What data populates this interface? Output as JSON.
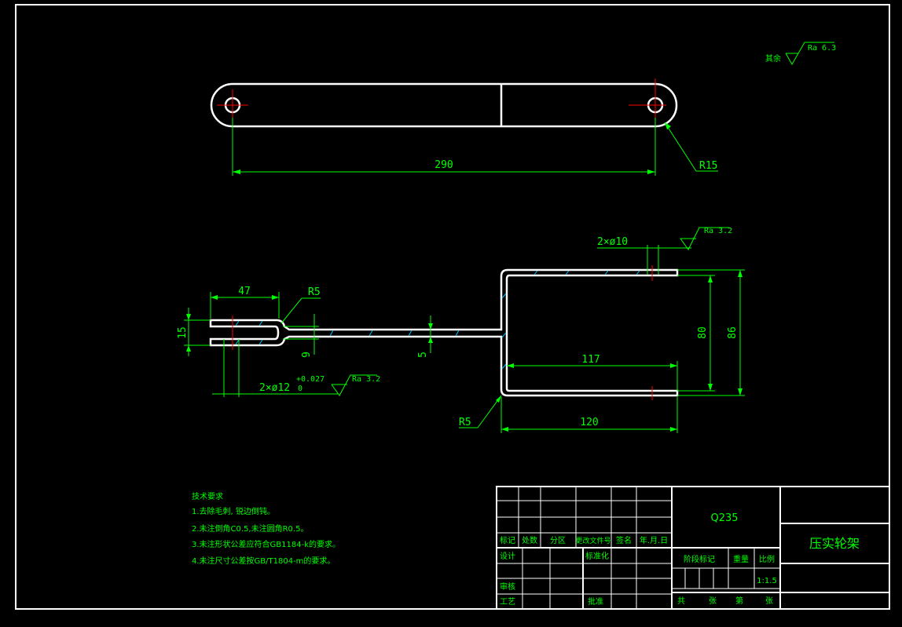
{
  "view1": {
    "dim_length": "290",
    "dim_radius": "R15"
  },
  "view2": {
    "dim_left_length": "47",
    "dim_left_radius": "R5",
    "dim_left_height": "15",
    "dim_left_gap": "9",
    "dim_rod_thickness": "5",
    "dim_holes_left": "2×ø12",
    "dim_holes_left_tol_upper": "+0.027",
    "dim_holes_left_tol_lower": "0",
    "roughness_left": "Ra 3.2",
    "dim_holes_right": "2×ø10",
    "roughness_right": "Ra 3.2",
    "dim_inner_length": "117",
    "dim_outer_length": "120",
    "dim_inner_height": "80",
    "dim_outer_height": "86",
    "dim_bottom_radius": "R5"
  },
  "roughness_general": {
    "prefix": "其余",
    "value": "Ra 6.3"
  },
  "tech_notes": {
    "heading": "技术要求",
    "items": [
      "1.去除毛刺, 锐边倒钝。",
      "2.未注倒角C0.5,未注圆角R0.5。",
      "3.未注形状公差应符合GB1184-k的要求。",
      "4.未注尺寸公差按GB/T1804-m的要求。"
    ]
  },
  "title_block": {
    "material": "Q235",
    "part_name": "压实轮架",
    "headers": [
      "标记",
      "处数",
      "分区",
      "更改文件号",
      "签名",
      "年.月.日"
    ],
    "design_label": "设计",
    "standardize_label": "标准化",
    "review_label": "审核",
    "process_label": "工艺",
    "approve_label": "批准",
    "stage_label": "阶段标记",
    "weight_label": "重量",
    "scale_label": "比例",
    "scale_value": "1:1.5",
    "total_label": "共",
    "sheet_label": "张",
    "page_label": "第",
    "page_sheet_label": "张"
  },
  "colors": {
    "outline": "#ffffff",
    "dimension": "#00ff00",
    "centerline": "#ff0000",
    "hatch": "#00bfff",
    "background": "#000000"
  }
}
